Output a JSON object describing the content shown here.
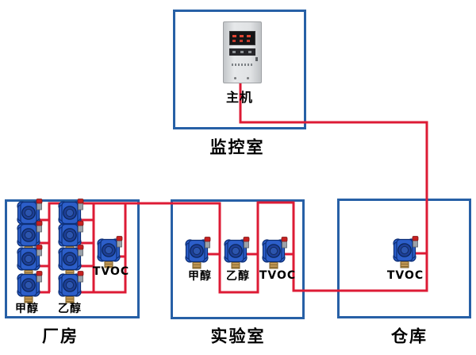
{
  "rooms": {
    "monitor_room": {
      "name": "监控室",
      "device_label": "主机"
    },
    "factory": {
      "name": "厂房",
      "sensors": {
        "methanol": {
          "label": "甲醇",
          "count": 4
        },
        "ethanol": {
          "label": "乙醇",
          "count": 4
        },
        "tvoc": {
          "label": "TVOC",
          "count": 1
        }
      }
    },
    "lab": {
      "name": "实验室",
      "sensors": {
        "methanol": {
          "label": "甲醇",
          "count": 1
        },
        "ethanol": {
          "label": "乙醇",
          "count": 1
        },
        "tvoc": {
          "label": "TVOC",
          "count": 1
        }
      }
    },
    "warehouse": {
      "name": "仓库",
      "sensors": {
        "tvoc": {
          "label": "TVOC",
          "count": 1
        }
      }
    }
  },
  "colors": {
    "room_border": "#2760a6",
    "wire": "#dd1b35",
    "detector_body": "#2c5ec9",
    "detector_outline": "#0d2f76",
    "detector_center": "#1d3f97",
    "sensor_cap": "#c62121",
    "sensor_body": "#9aa1a9",
    "brass": "#c49a55",
    "host_screen": "#141416"
  }
}
